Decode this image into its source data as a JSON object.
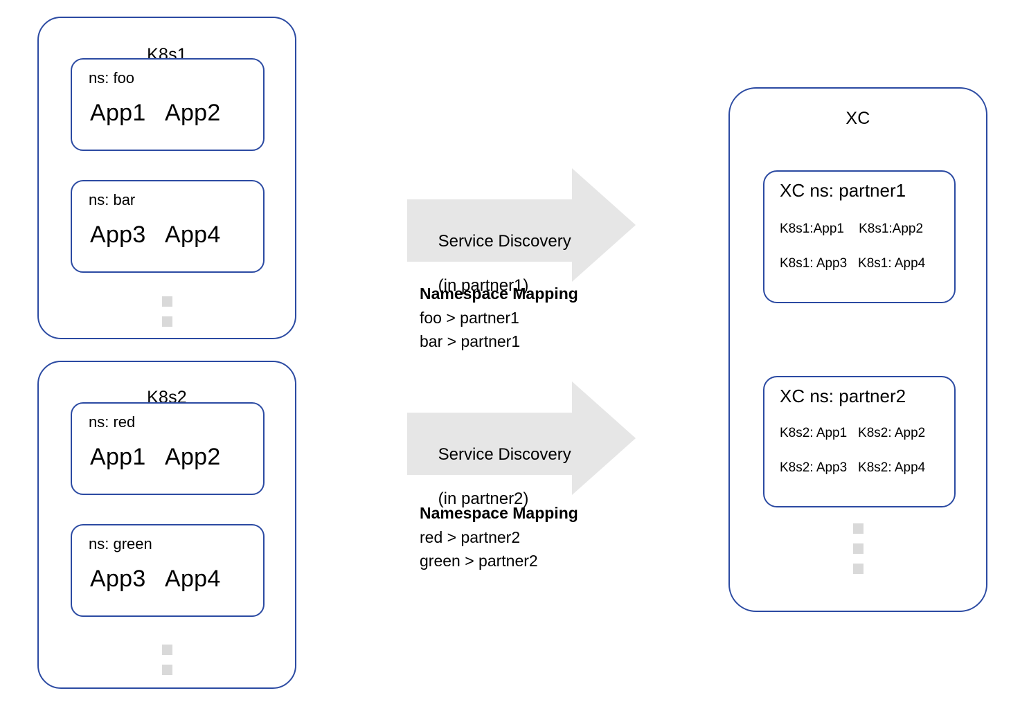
{
  "theme": {
    "border_color": "#2b4aa2",
    "arrow_fill": "#e6e6e6",
    "dot_color": "#d9d9d9",
    "text_color": "#000000",
    "background": "#ffffff"
  },
  "clusters": [
    {
      "title": "K8s1",
      "namespaces": [
        {
          "label": "ns: foo",
          "apps": "App1   App2"
        },
        {
          "label": "ns: bar",
          "apps": "App3   App4"
        }
      ],
      "ellipsis_dots": 2
    },
    {
      "title": "K8s2",
      "namespaces": [
        {
          "label": "ns: red",
          "apps": "App1   App2"
        },
        {
          "label": "ns: green",
          "apps": "App3   App4"
        }
      ],
      "ellipsis_dots": 2
    }
  ],
  "flows": [
    {
      "arrow_line1": "Service Discovery",
      "arrow_line2": "(in partner1)",
      "mapping_title": "Namespace Mapping",
      "mapping_lines": [
        "foo > partner1",
        "bar > partner1"
      ]
    },
    {
      "arrow_line1": "Service Discovery",
      "arrow_line2": "(in partner2)",
      "mapping_title": "Namespace Mapping",
      "mapping_lines": [
        "red > partner2",
        "green > partner2"
      ]
    }
  ],
  "xc": {
    "title": "XC",
    "namespaces": [
      {
        "title": "XC ns: partner1",
        "rows": [
          "K8s1:App1    K8s1:App2",
          "K8s1: App3   K8s1: App4"
        ]
      },
      {
        "title": "XC ns: partner2",
        "rows": [
          "K8s2: App1   K8s2: App2",
          "K8s2: App3   K8s2: App4"
        ]
      }
    ],
    "ellipsis_dots": 3
  }
}
